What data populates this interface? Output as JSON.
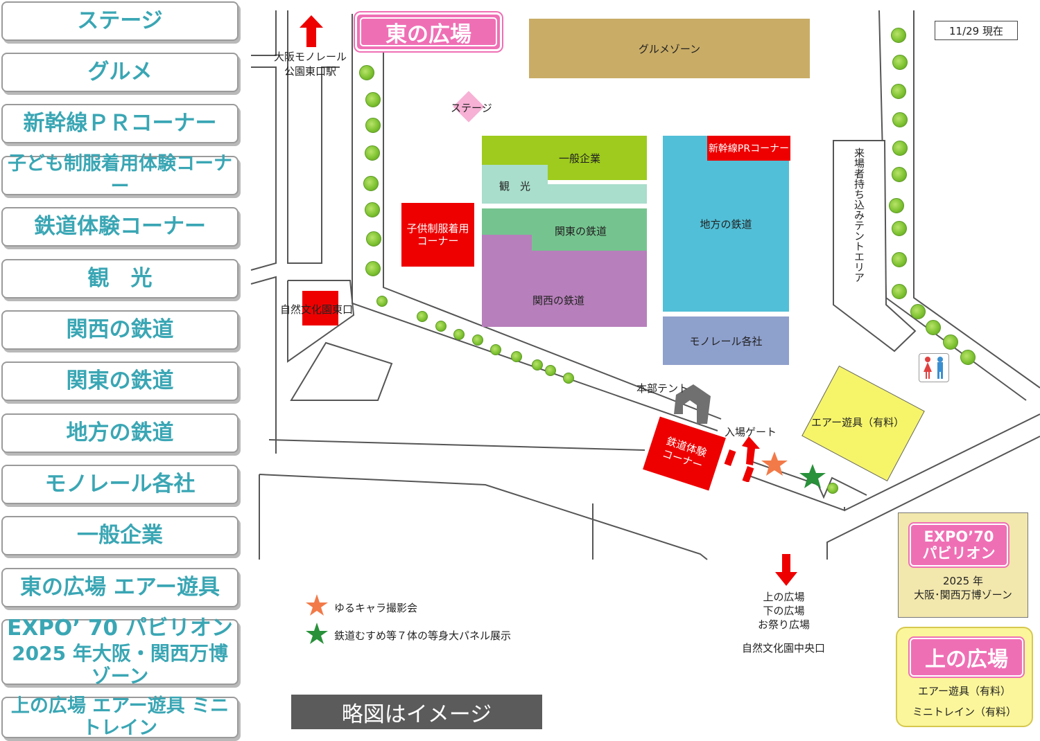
{
  "menu": {
    "items": [
      {
        "label": "ステージ"
      },
      {
        "label": "グルメ"
      },
      {
        "label": "新幹線ＰＲコーナー"
      },
      {
        "label": "子ども制服着用体験コーナー"
      },
      {
        "label": "鉄道体験コーナー"
      },
      {
        "label": "観　光"
      },
      {
        "label": "関西の鉄道"
      },
      {
        "label": "関東の鉄道"
      },
      {
        "label": "地方の鉄道"
      },
      {
        "label": "モノレール各社"
      },
      {
        "label": "一般企業"
      },
      {
        "label": "東の広場 エアー遊具"
      },
      {
        "label": "EXPO’ 70 パビリオン",
        "sub": "2025 年大阪・関西万博ゾーン"
      },
      {
        "label": "上の広場  エアー遊具  ミニトレイン"
      }
    ]
  },
  "map": {
    "title": "東の広場",
    "date": "11/29 現在",
    "station": "大阪モノレール\n公園東口駅",
    "east_gate": "自然文化園東口",
    "areas": {
      "gourmet": "グルメゾーン",
      "stage": "ステージ",
      "general": "一般企業",
      "tourism": "観　光",
      "kanto": "関東の鉄道",
      "kansai": "関西の鉄道",
      "uniform": "子供制服着用\nコーナー",
      "shinkansen": "新幹線PRコーナー",
      "regional": "地方の鉄道",
      "monorail": "モノレール各社",
      "tent_area": "来場者持ち込みテントエリア",
      "hq_tent": "本部テント",
      "entrance": "入場ゲート",
      "rail_exp": "鉄道体験\nコーナー",
      "air_play": "エアー遊具（有料）"
    },
    "south_exit": "上の広場\n下の広場\nお祭り広場",
    "central_gate": "自然文化園中央口",
    "legend": {
      "orange_star": "ゆるキャラ撮影会",
      "green_star": "鉄道むすめ等７体の等身大パネル展示"
    },
    "note": "略図はイメージ",
    "expo": {
      "title": "EXPO’70\nパビリオン",
      "text": "2025 年\n大阪･関西万博ゾーン"
    },
    "upper": {
      "title": "上の広場",
      "line1": "エアー遊具（有料）",
      "line2": "ミニトレイン（有料）"
    }
  },
  "colors": {
    "menu_text": "#3aa6b4",
    "pink_title": "#ef6fb5",
    "gourmet": "#c9ac66",
    "general": "#9ecb1d",
    "tourism": "#a9ddcc",
    "kanto": "#75c48f",
    "kansai": "#b77fbb",
    "regional": "#51bfd7",
    "monorail": "#8ea0cc",
    "red": "#ee0000",
    "air_play": "#f6f56a",
    "expo_bg": "#f2e7ad",
    "upper_bg": "#fbf69b"
  }
}
